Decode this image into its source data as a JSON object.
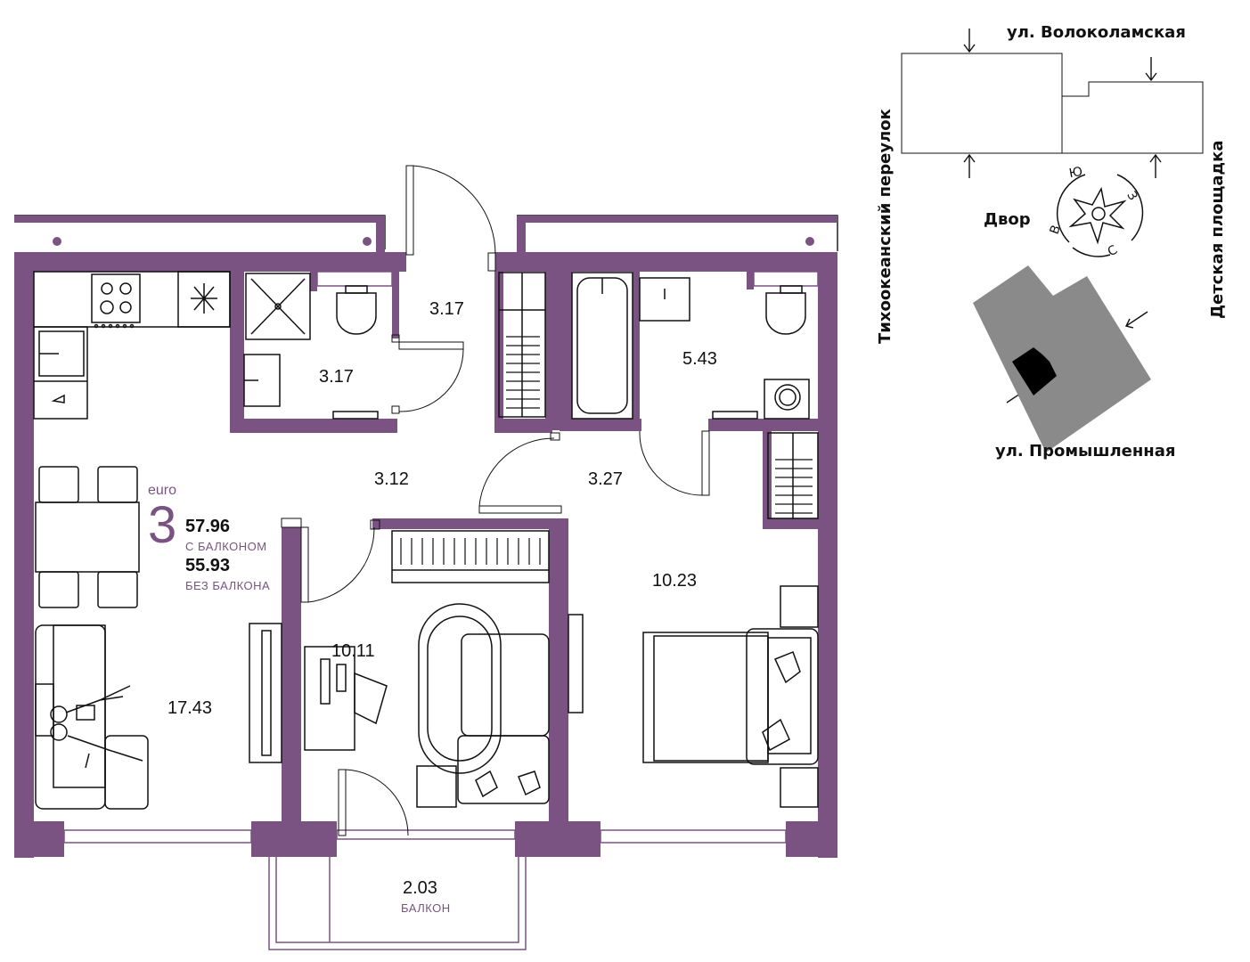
{
  "apartment": {
    "series": "euro",
    "rooms": "3",
    "area_with_balcony": "57.96",
    "with_balcony_label": "С БАЛКОНОМ",
    "area_without_balcony": "55.93",
    "without_balcony_label": "БЕЗ БАЛКОНА"
  },
  "rooms": {
    "hall_top": "3.17",
    "wc_small": "3.17",
    "bathroom": "5.43",
    "corridor_left": "3.12",
    "corridor_right": "3.27",
    "living_kitchen": "17.43",
    "bedroom_middle": "10.11",
    "bedroom_right": "10.23",
    "balcony_area": "2.03",
    "balcony_label": "БАЛКОН"
  },
  "site_plan": {
    "street_top": "ул. Волоколамская",
    "street_bottom": "ул. Промышленная",
    "street_left": "Тихоокеанский переулок",
    "street_right": "Детская площадка",
    "yard": "Двор",
    "compass": {
      "north": "С",
      "south": "Ю",
      "east": "В",
      "west": "З"
    }
  },
  "colors": {
    "wall": "#7a5382",
    "building": "#8a8a8a",
    "section": "#000000"
  }
}
